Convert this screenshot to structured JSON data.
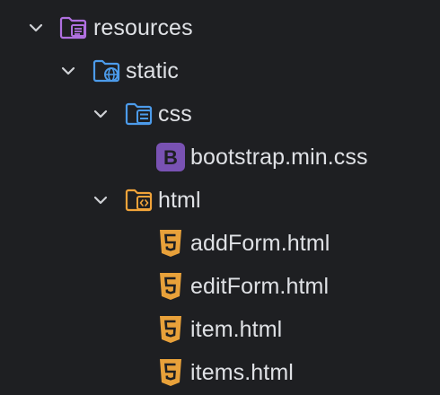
{
  "colors": {
    "background": "#1e1f22",
    "text": "#dfe1e5",
    "chevron": "#cfd1d5",
    "resources_folder": "#b070e0",
    "static_folder": "#4c9bea",
    "css_folder": "#4c9bea",
    "html_folder": "#f0a33a",
    "bootstrap_icon": "#7952b3",
    "html5_icon": "#e8a13a"
  },
  "tree": {
    "resources": {
      "label": "resources",
      "icon": "resources-folder-icon",
      "expanded": true
    },
    "static": {
      "label": "static",
      "icon": "web-folder-icon",
      "expanded": true
    },
    "css": {
      "label": "css",
      "icon": "css-folder-icon",
      "expanded": true
    },
    "bootstrap": {
      "label": "bootstrap.min.css",
      "icon": "bootstrap-icon"
    },
    "html": {
      "label": "html",
      "icon": "html-folder-icon",
      "expanded": true
    },
    "files": [
      {
        "label": "addForm.html",
        "icon": "html5-icon"
      },
      {
        "label": "editForm.html",
        "icon": "html5-icon"
      },
      {
        "label": "item.html",
        "icon": "html5-icon"
      },
      {
        "label": "items.html",
        "icon": "html5-icon"
      }
    ]
  }
}
